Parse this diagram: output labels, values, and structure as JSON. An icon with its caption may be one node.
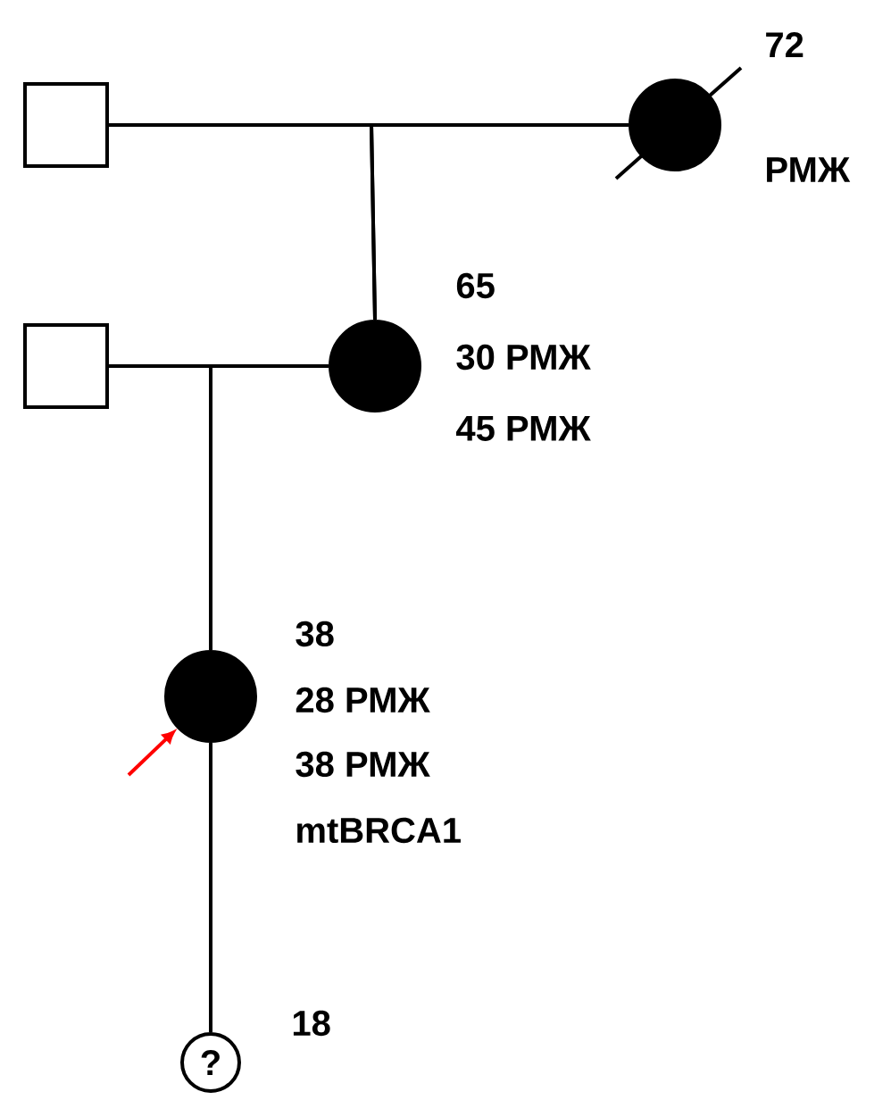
{
  "diagram": {
    "nodes": [
      {
        "text": [],
        "shape": "box"
      },
      {
        "text": [],
        "shape": "circle",
        "beside": [
          "72",
          "РМЖ"
        ]
      },
      {
        "text": [],
        "shape": "box"
      },
      {
        "text": [],
        "shape": "circle",
        "beside": [
          "65",
          "30 РМЖ",
          "45 РМЖ"
        ]
      },
      {
        "text": [],
        "shape": "circle",
        "beside": [
          "38",
          "28 РМЖ",
          "38 РМЖ",
          "mtBRCA1"
        ]
      },
      {
        "text": [
          "?"
        ],
        "beside": [
          "18"
        ]
      }
    ],
    "edges": [
      {
        "from": 0,
        "to": 3,
        "arrow": "none"
      },
      {
        "from": 1,
        "to": 3,
        "arrow": "none"
      },
      {
        "from": 2,
        "to": 4,
        "arrow": "none"
      },
      {
        "from": 3,
        "to": 4,
        "arrow": "none"
      },
      {
        "from": 4,
        "to": 5,
        "arrow": "none"
      },
      {
        "from": null,
        "to": 4,
        "arrow": "to",
        "color": "#ff0000"
      }
    ]
  }
}
